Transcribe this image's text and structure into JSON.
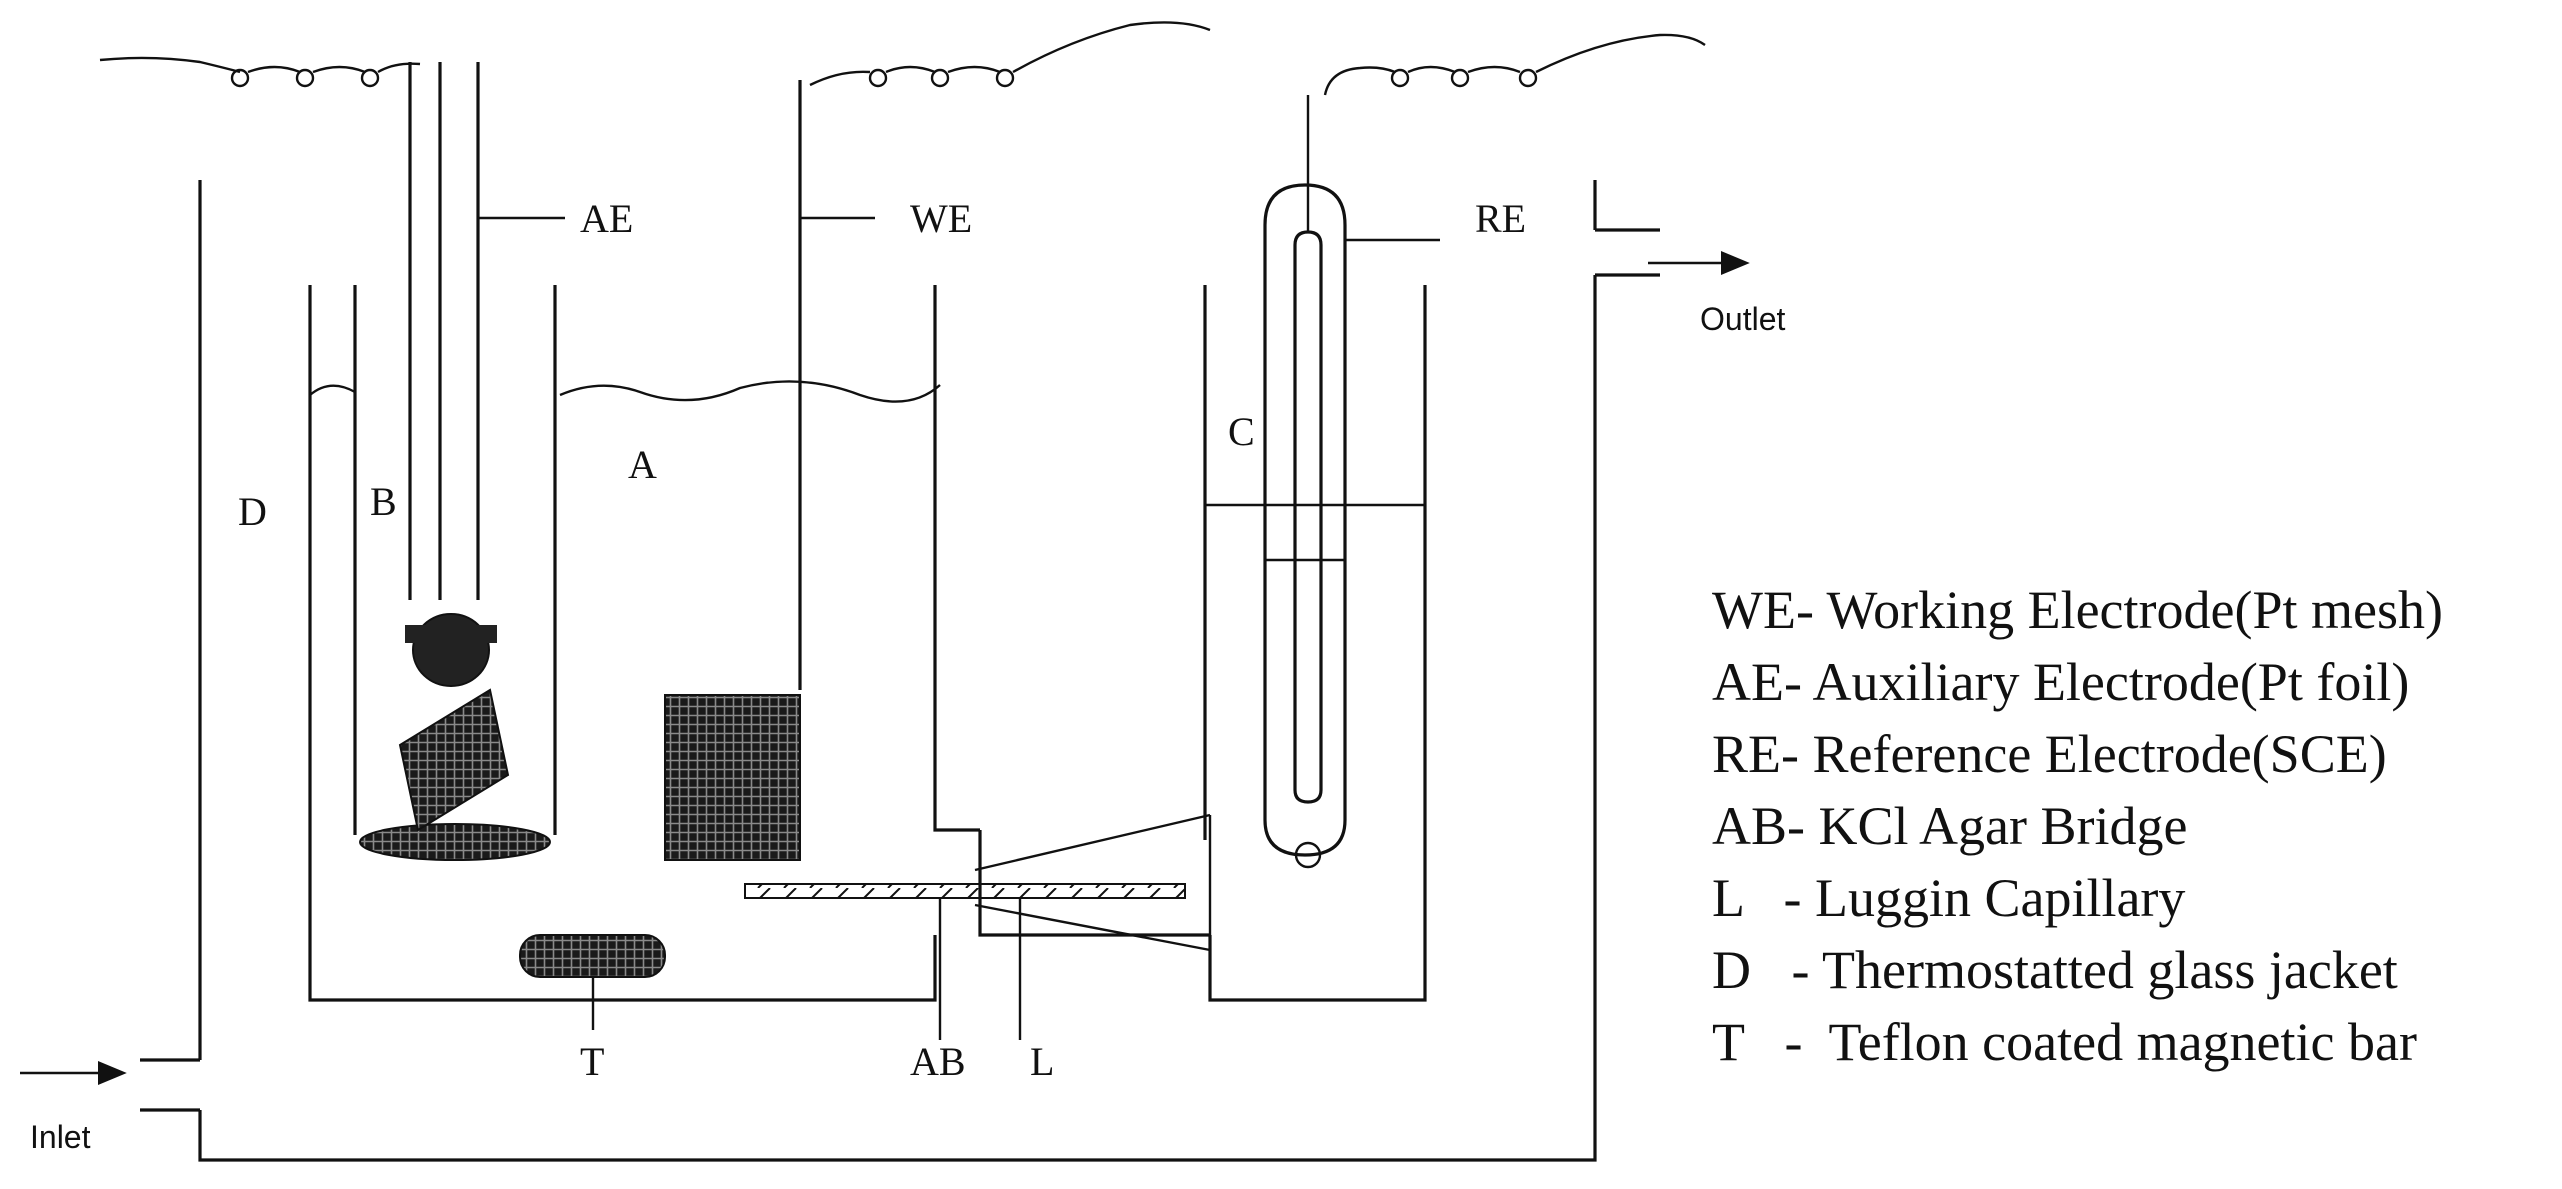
{
  "labels": {
    "ae": "AE",
    "we": "WE",
    "re": "RE",
    "outlet": "Outlet",
    "inlet": "Inlet",
    "a": "A",
    "b": "B",
    "c": "C",
    "d": "D",
    "t": "T",
    "ab": "AB",
    "l": "L"
  },
  "legend": [
    "WE- Working Electrode(Pt mesh)",
    "AE- Auxiliary Electrode(Pt foil)",
    "RE- Reference Electrode(SCE)",
    "AB- KCl Agar Bridge",
    "L   - Luggin Capillary",
    "D   - Thermostatted glass jacket",
    "T   -  Teflon coated magnetic bar"
  ]
}
